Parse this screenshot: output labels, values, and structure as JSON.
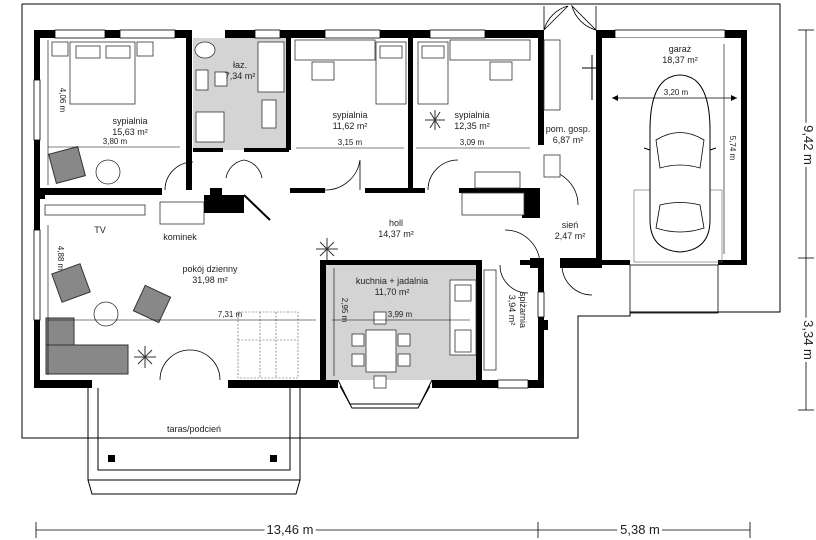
{
  "rooms": {
    "sypialnia_1": {
      "name": "sypialnia",
      "area": "15,63 m²",
      "dim_w": "3,80 m",
      "dim_h": "4,06 m"
    },
    "lazienka": {
      "name": "łaz.",
      "area": "7,34 m²"
    },
    "sypialnia_2": {
      "name": "sypialnia",
      "area": "11,62 m²",
      "dim": "3,15 m"
    },
    "sypialnia_3": {
      "name": "sypialnia",
      "area": "12,35 m²",
      "dim": "3,09 m"
    },
    "pom_gosp": {
      "name": "pom. gosp.",
      "area": "6,87 m²"
    },
    "garaz": {
      "name": "garaż",
      "area": "18,37 m²",
      "dim_w": "3,20 m",
      "dim_h": "5,74 m"
    },
    "holl": {
      "name": "holl",
      "area": "14,37 m²"
    },
    "sien": {
      "name": "sień",
      "area": "2,47 m²"
    },
    "pokoj_dzienny": {
      "name": "pokój dzienny",
      "area": "31,98 m²",
      "dim_w": "7,31 m",
      "dim_h": "4,88 m"
    },
    "kuchnia": {
      "name": "kuchnia + jadalnia",
      "area": "11,70 m²",
      "dim_w": "3,99 m",
      "dim_h": "2,95 m"
    },
    "spizarnia": {
      "name": "spiżarnia",
      "area": "3,94 m²"
    },
    "taras": {
      "name": "taras/podcień"
    }
  },
  "labels": {
    "tv": "TV",
    "kominek": "kominek"
  },
  "dimensions": {
    "bottom_left": "13,46 m",
    "bottom_right": "5,38 m",
    "right_top": "9,42 m",
    "right_bottom": "3,34 m"
  }
}
